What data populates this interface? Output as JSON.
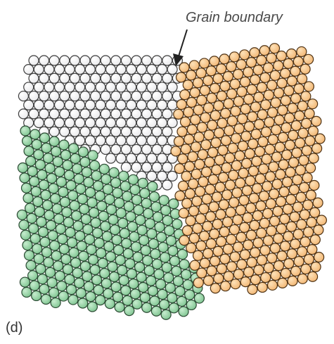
{
  "annotation": {
    "label": "Grain boundary"
  },
  "panel_label": "(d)",
  "grains": [
    {
      "name": "gray-grain",
      "fill": "#e9e9eb",
      "highlight": "#ffffff",
      "stroke": "#3e3e3e"
    },
    {
      "name": "green-grain",
      "fill": "#7fc591",
      "highlight": "#c6ecce",
      "stroke": "#2b4a33"
    },
    {
      "name": "orange-grain",
      "fill": "#f2b673",
      "highlight": "#fde1b8",
      "stroke": "#4e3214"
    }
  ]
}
